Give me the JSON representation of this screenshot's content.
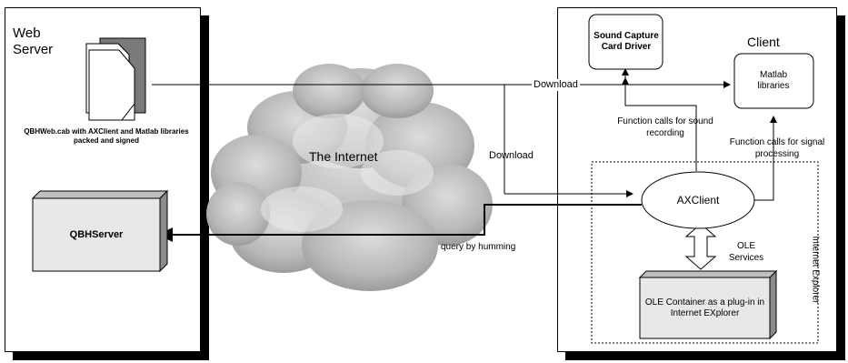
{
  "web_server": {
    "title_line1": "Web",
    "title_line2": "Server",
    "cab_caption": "QBHWeb.cab with AXClient and Matlab libraries packed and signed",
    "qbh_server": "QBHServer"
  },
  "cloud": {
    "label": "The Internet"
  },
  "client": {
    "title": "Client",
    "sound_driver": "Sound Capture Card Driver",
    "matlab_libraries": "Matlab libraries",
    "axclient": "AXClient",
    "ole_services": "OLE Services",
    "ole_container": "OLE Container as a plug-in in Internet EXplorer",
    "internet_explorer": "Internet Explorer"
  },
  "edges": {
    "download_top": "Download",
    "download_middle": "Download",
    "fn_sound": "Function calls for sound recording",
    "fn_signal": "Function calls for signal processing",
    "query": "query by humming"
  }
}
